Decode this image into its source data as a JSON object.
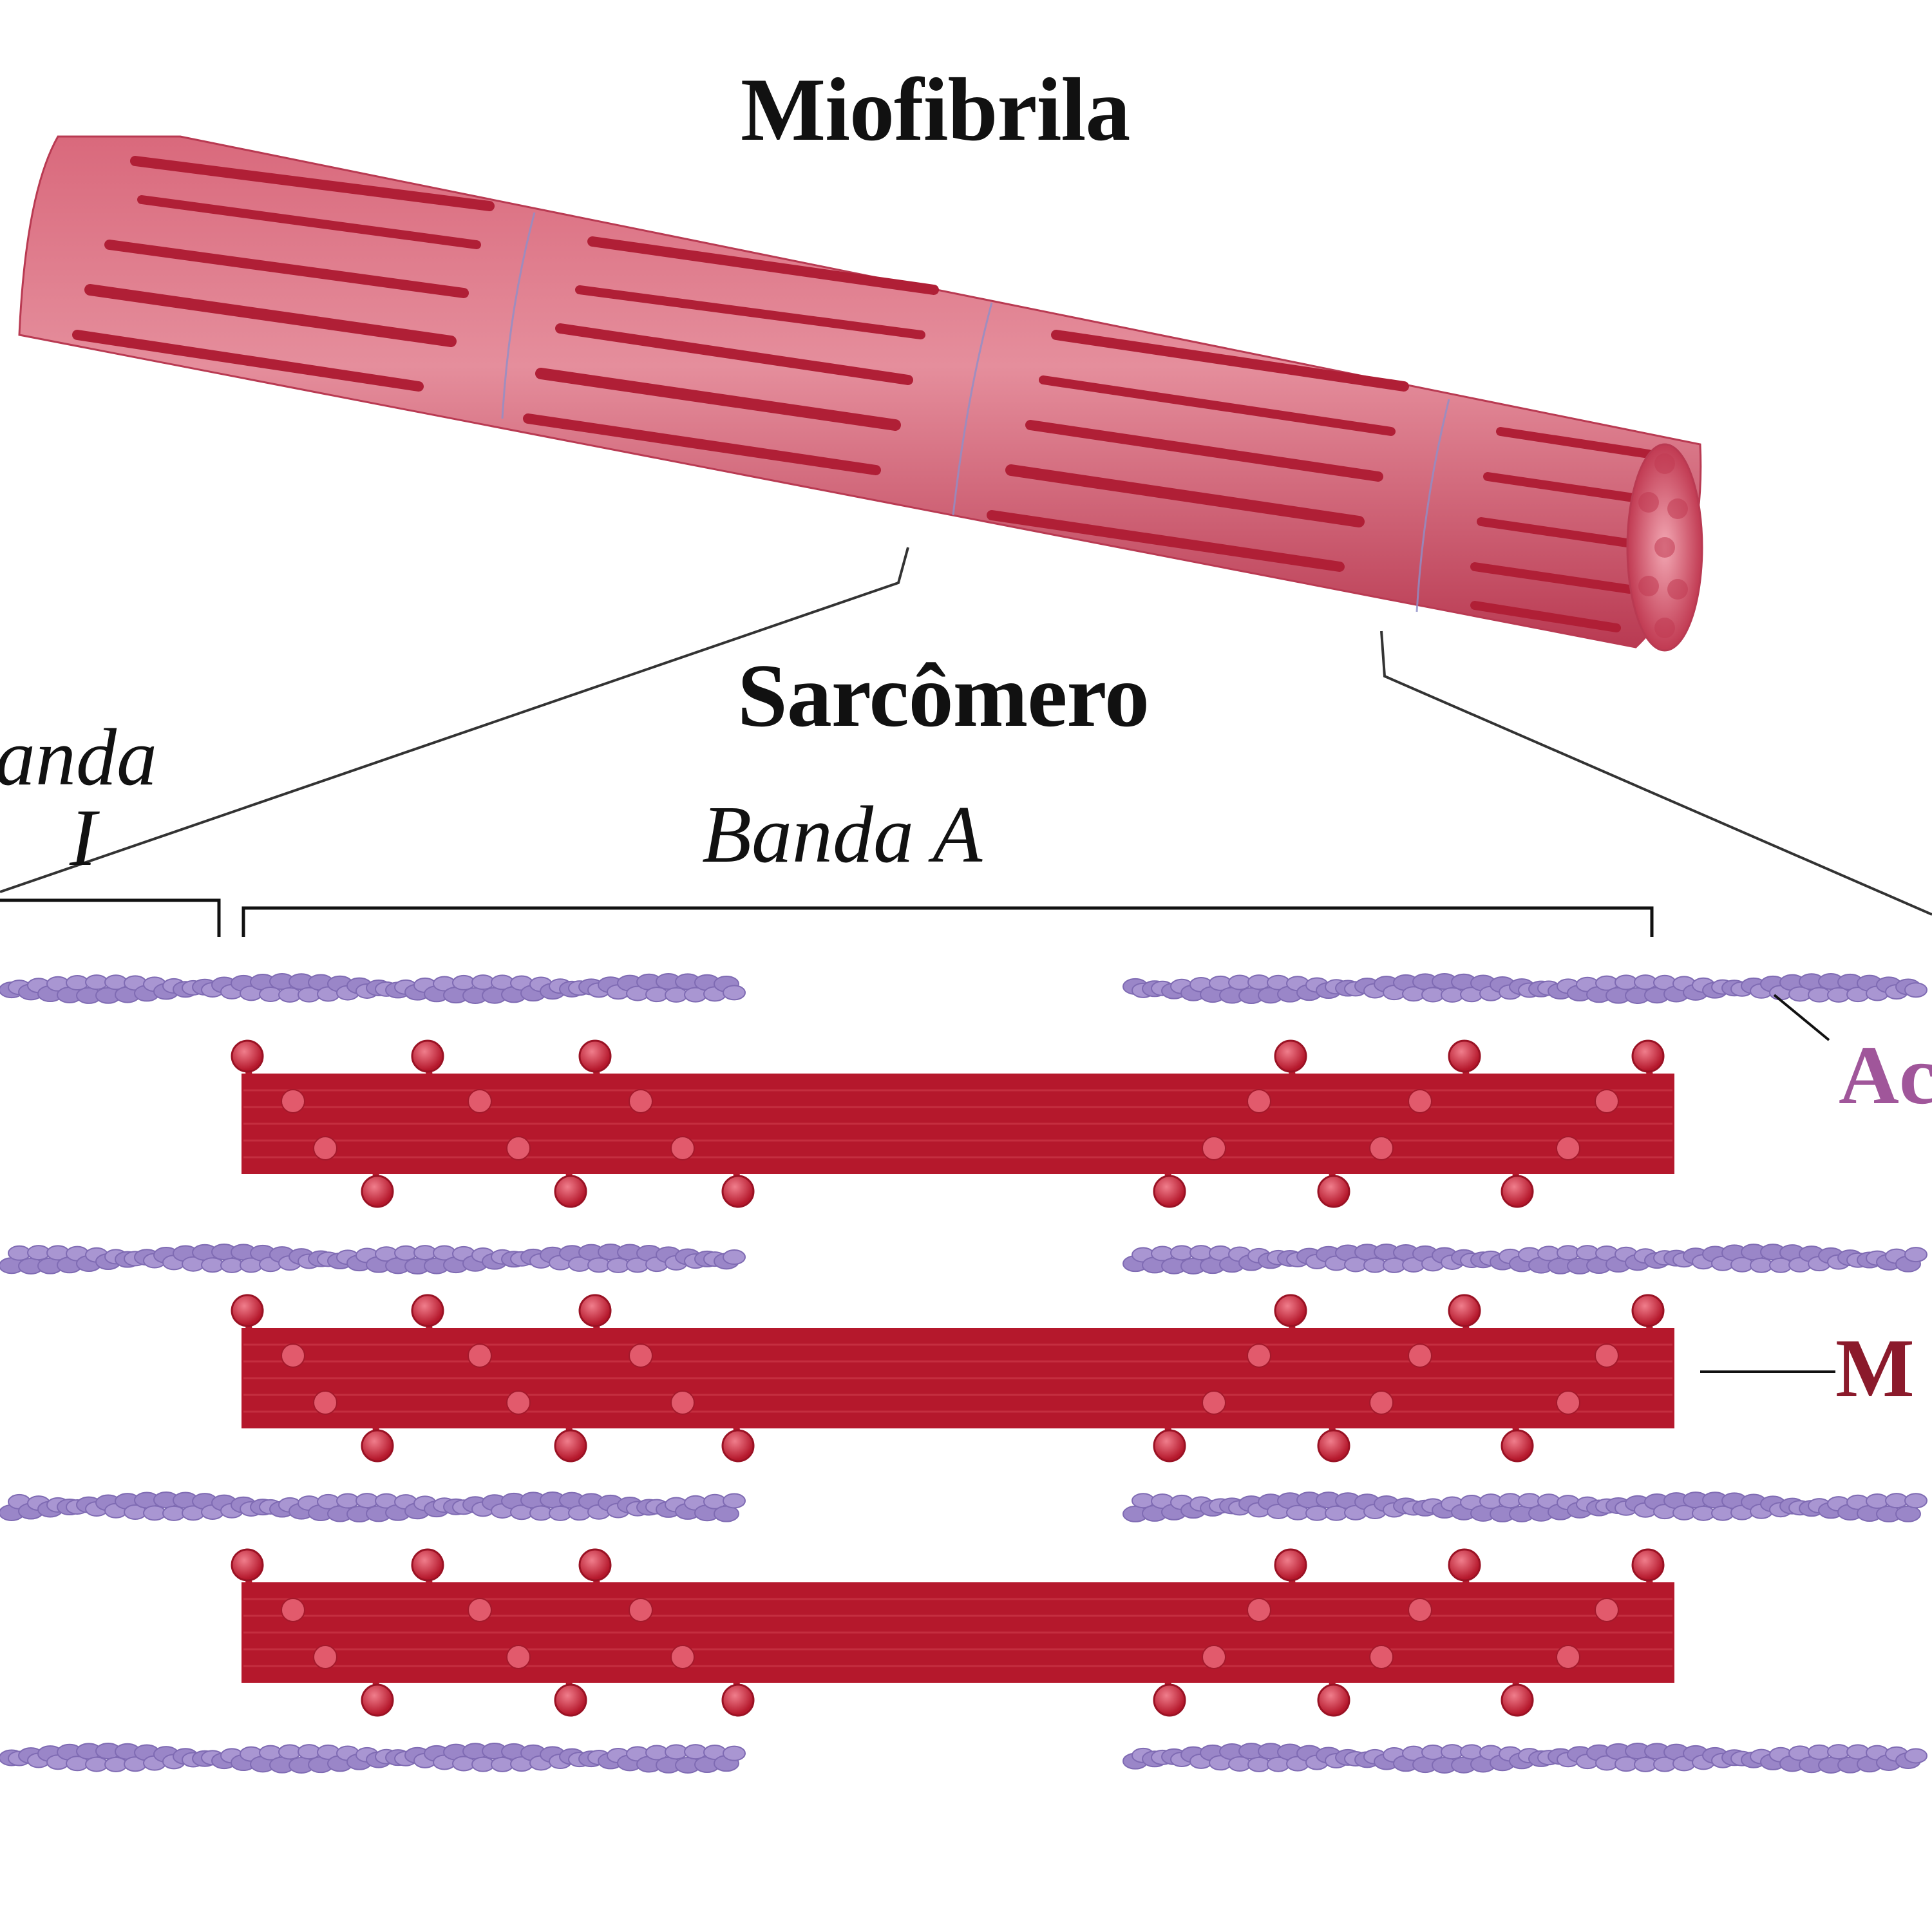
{
  "labels": {
    "myofibril": "Miofibrila",
    "sarcomere": "Sarcômero",
    "band_i_word": "anda",
    "band_i_letter": "I",
    "band_a": "Banda A",
    "actin_partial": "Ac",
    "myosin_partial": "M"
  },
  "colors": {
    "myofibril_base": "#c9485e",
    "myofibril_light": "#e6909e",
    "myofibril_stripe": "#b01f36",
    "myosin": "#b5182c",
    "myosin_head": "#c7283c",
    "actin": "#9a86c8",
    "actin_label": "#a0569a",
    "myosin_label": "#8b1a2b",
    "line": "#333333",
    "text": "#111111"
  },
  "filament_rows": {
    "actin_rows": 4,
    "myosin_rows": 3
  }
}
